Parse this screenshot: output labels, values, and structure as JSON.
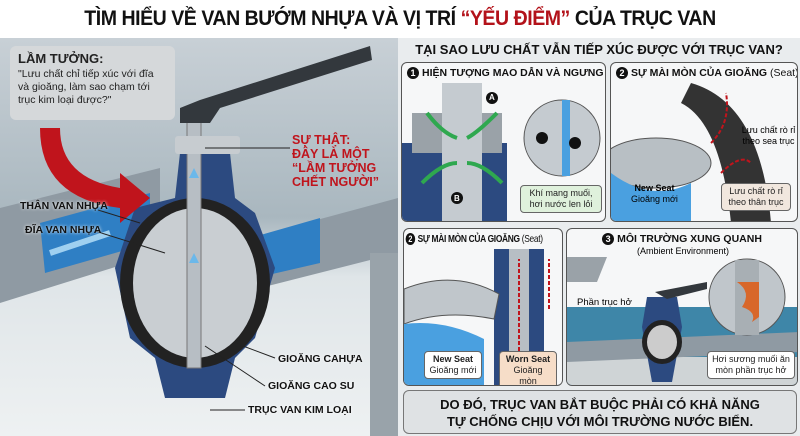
{
  "title": {
    "prefix": "TÌM HIỂU VỀ VAN BƯỚM NHỰA VÀ VỊ TRÍ ",
    "highlight": "“YẾU ĐIỂM”",
    "suffix": " CỦA TRỤC VAN"
  },
  "left": {
    "myth_heading": "LẦM TƯỞNG:",
    "myth_text": "\"Lưu chất chỉ tiếp xúc với đĩa và gioăng, làm sao chạm tới trục kim loại được?\"",
    "truth_line1": "SỰ THẬT:",
    "truth_line2": "ĐÂY LÀ MỘT",
    "truth_line3": "“LẦM TƯỞNG",
    "truth_line4": "CHẾT NGƯỜI”",
    "labels": {
      "body": "THÂN VAN NHỰA",
      "disc": "ĐĨA VAN NHỰA",
      "seat_plastic": "GIOĂNG CAHỰA",
      "seat_rubber": "GIOĂNG CAO SU",
      "shaft": "TRỤC VAN KIM LOẠI"
    }
  },
  "right": {
    "subtitle": "TẠI SAO LƯU CHẤT VẪN TIẾP XÚC ĐƯỢC VỚI TRỤC VAN?",
    "panel1": {
      "num": "1",
      "title": "HIỆN TƯỢNG MAO DẪN VÀ NGƯNG TỤ",
      "marker_a": "A",
      "marker_b": "B",
      "note": "Khí mang muối, hơi nước len lỏi"
    },
    "panel2": {
      "num": "2",
      "title": "SỰ MÀI MÒN CỦA GIOĂNG",
      "title_suffix": "(Seat)",
      "leak_seat": "Lưu chất rò rỉ theo sea trục",
      "leak_body": "Lưu chất rò rỉ theo thân trục",
      "new_seat": "New Seat",
      "new_seat_vi": "Gioăng mới"
    },
    "panel2b": {
      "num": "2",
      "title": "SỰ MÀI MÒN CỦA GIOĂNG",
      "title_suffix": "(Seat)",
      "new_seat": "New Seat",
      "new_seat_vi": "Gioăng mới",
      "worn_seat": "Worn Seat",
      "worn_seat_vi": "Gioăng mòn"
    },
    "panel3": {
      "num": "3",
      "title": "MÔI TRƯỜNG XUNG QUANH",
      "subtitle": "(Ambient Environment)",
      "exposed": "Phần trục hở",
      "note": "Hơi sương muối ăn mòn phần trục hở"
    },
    "conclusion_line1": "DO ĐÓ, TRỤC VAN BẮT BUỘC PHẢI CÓ KHẢ NĂNG",
    "conclusion_line2": "TỰ CHỐNG CHỊU VỚI MÔI TRƯỜNG NƯỚC BIỂN."
  },
  "colors": {
    "accent_red": "#c0141c",
    "valve_blue": "#2c4a80",
    "water_blue": "#3f8fd0",
    "arrow_green": "#2fa84f",
    "rust": "#d8672a"
  }
}
